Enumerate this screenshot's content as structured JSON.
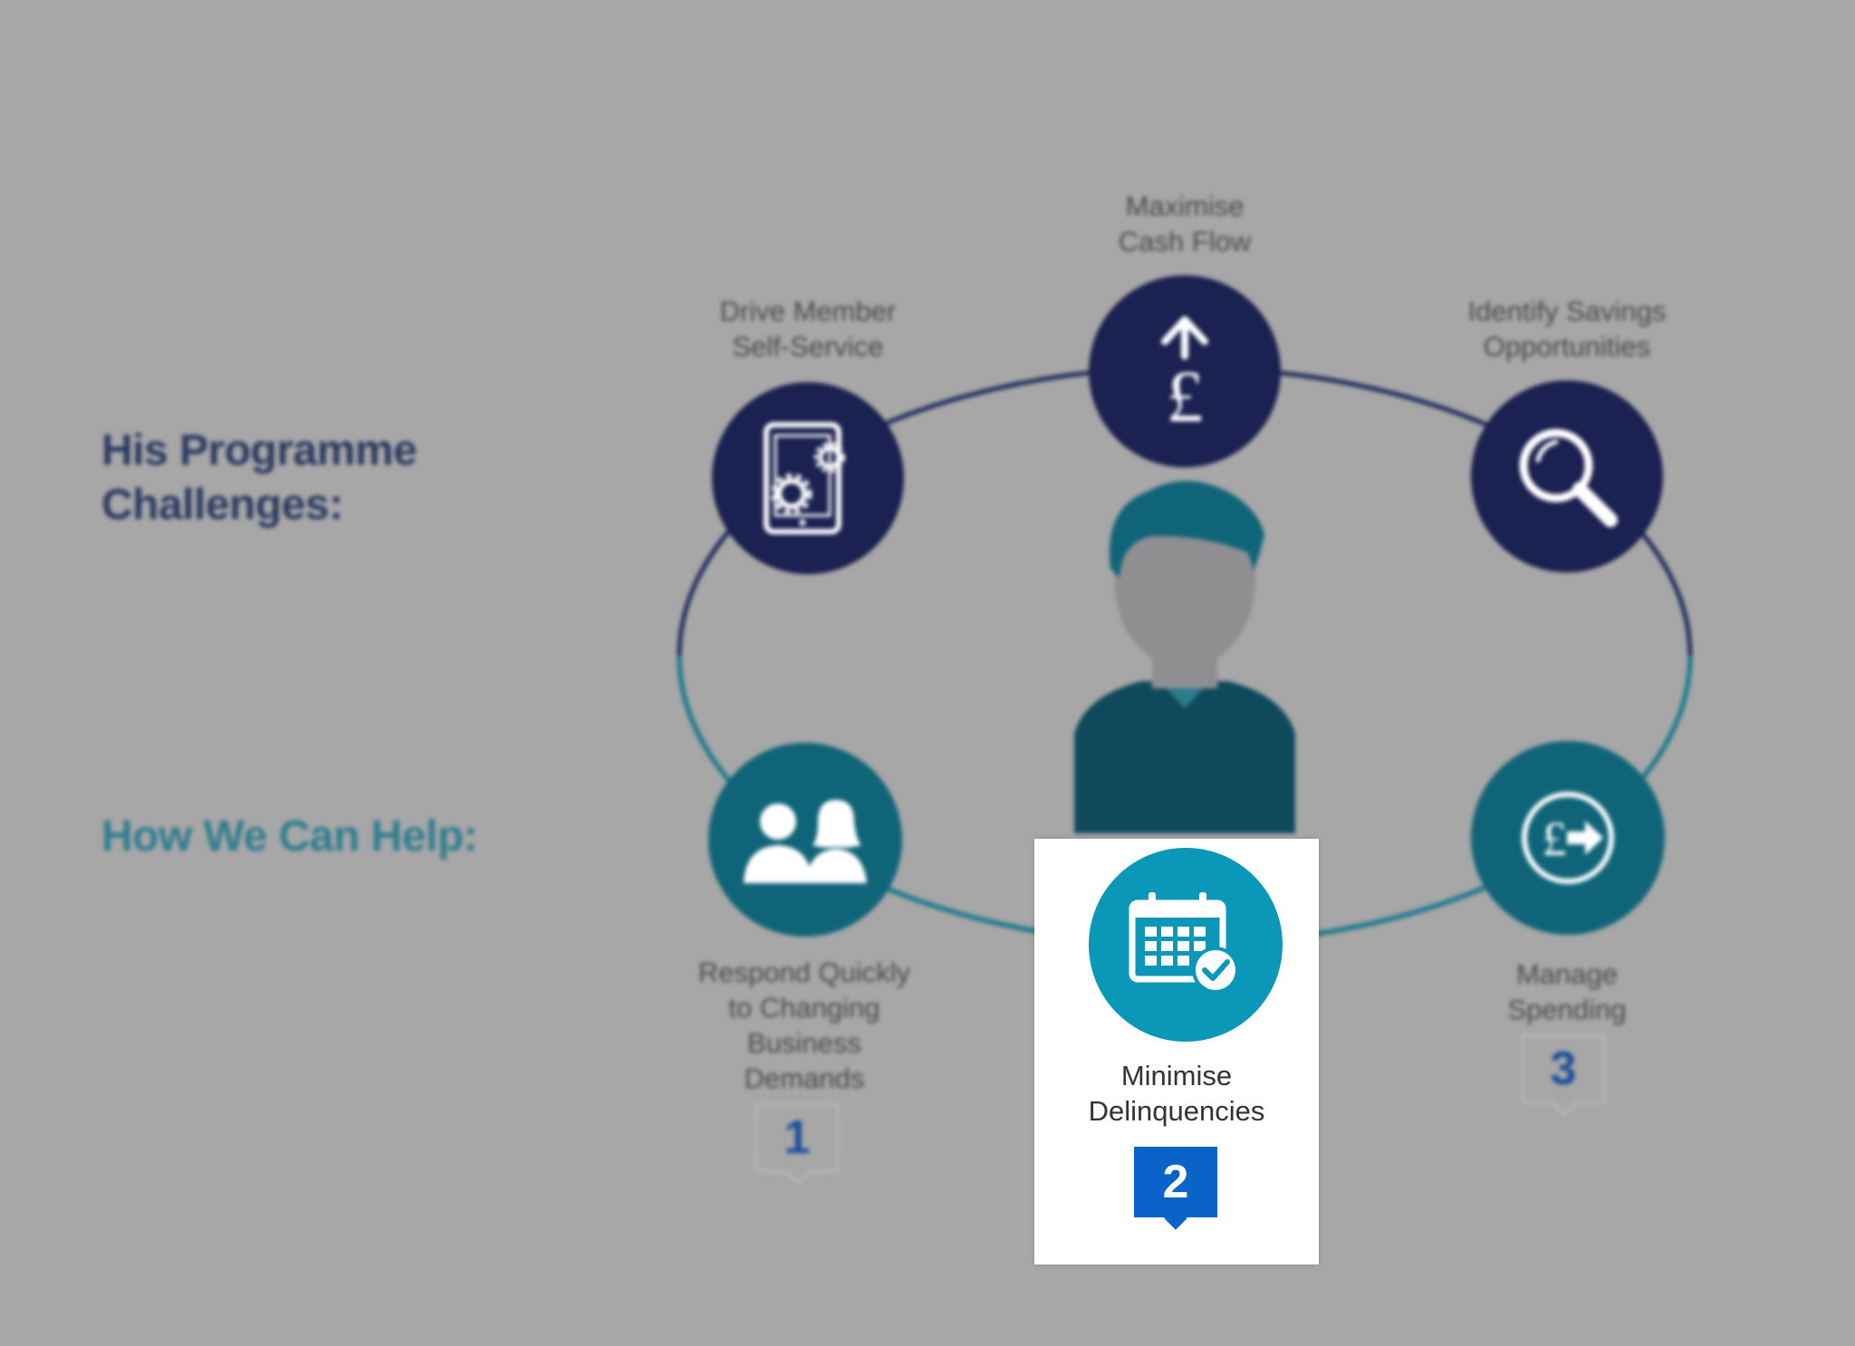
{
  "headings": {
    "challenges": "His Programme Challenges:",
    "help": "How We Can Help:"
  },
  "nodes": {
    "drive_member": {
      "label": "Drive Member\nSelf-Service",
      "icon": "tablet-gear-icon"
    },
    "cash_flow": {
      "label": "Maximise\nCash Flow",
      "icon": "pound-arrow-up-icon"
    },
    "savings": {
      "label": "Identify Savings\nOpportunities",
      "icon": "magnifier-icon"
    },
    "respond": {
      "label": "Respond Quickly\nto Changing\nBusiness\nDemands",
      "icon": "people-icon",
      "badge": "1"
    },
    "delinquencies": {
      "label": "Minimise\nDelinquencies",
      "icon": "calendar-check-icon",
      "badge": "2"
    },
    "spending": {
      "label": "Manage\nSpending",
      "icon": "pound-arrow-right-icon",
      "badge": "3"
    }
  },
  "colors": {
    "background": "#a7a7a7",
    "navy": "#1b2150",
    "teal": "#0f6577",
    "highlight": "#0a97b8",
    "badge_active": "#0a63c9"
  }
}
